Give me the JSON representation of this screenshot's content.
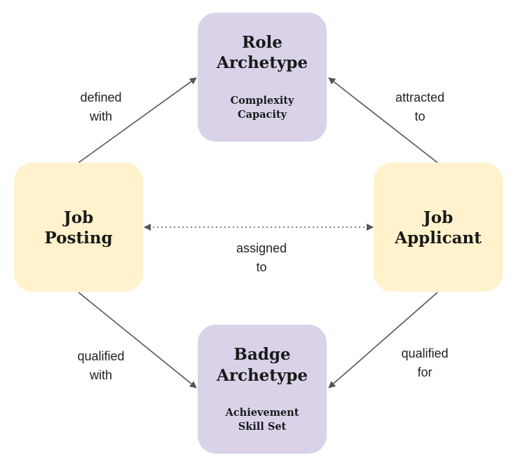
{
  "colors": {
    "role_box": "#d9d2e9",
    "badge_box": "#d9d2e9",
    "job_box": "#fff2cc",
    "arrow": "#555555"
  },
  "nodes": {
    "role_archetype": {
      "title_line1": "Role",
      "title_line2": "Archetype",
      "sub_line1": "Complexity",
      "sub_line2": "Capacity"
    },
    "badge_archetype": {
      "title_line1": "Badge",
      "title_line2": "Archetype",
      "sub_line1": "Achievement",
      "sub_line2": "Skill Set"
    },
    "job_posting": {
      "title_line1": "Job",
      "title_line2": "Posting"
    },
    "job_applicant": {
      "title_line1": "Job",
      "title_line2": "Applicant"
    }
  },
  "edges": {
    "defined_with": {
      "line1": "defined",
      "line2": "with"
    },
    "attracted_to": {
      "line1": "attracted",
      "line2": "to"
    },
    "assigned_to": {
      "line1": "assigned",
      "line2": "to"
    },
    "qualified_with": {
      "line1": "qualified",
      "line2": "with"
    },
    "qualified_for": {
      "line1": "qualified",
      "line2": "for"
    }
  }
}
